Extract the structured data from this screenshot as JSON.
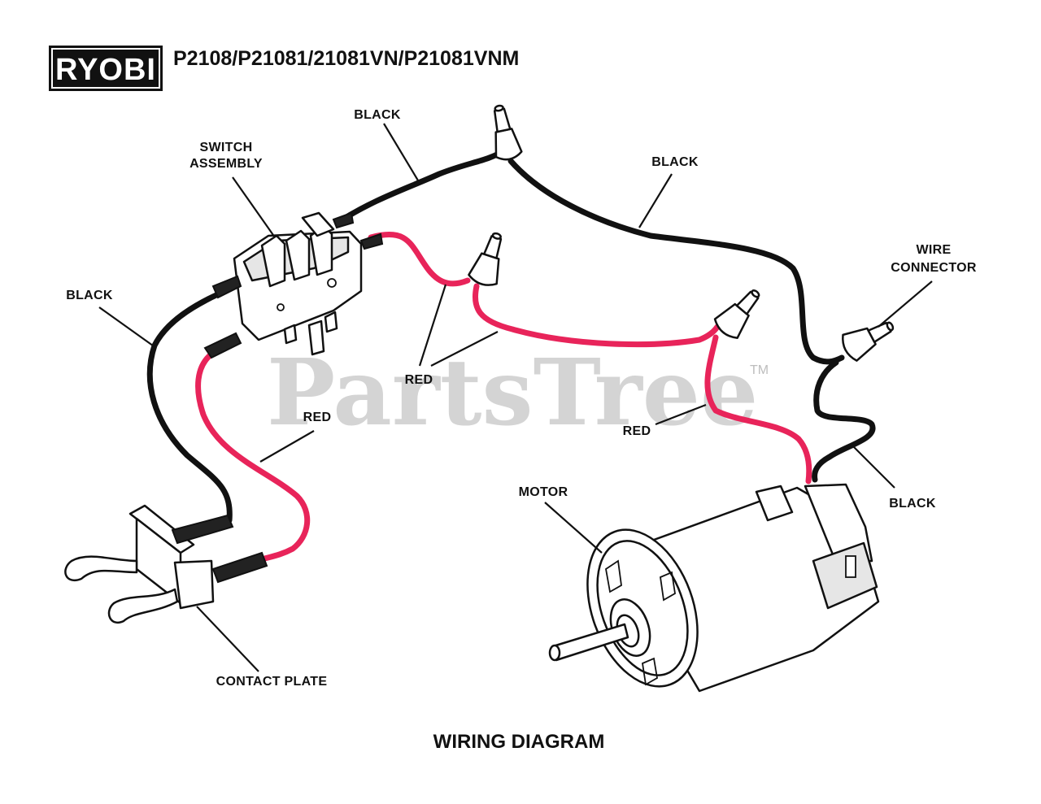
{
  "header": {
    "brand": "RYOBI",
    "model_numbers": "P2108/P21081/21081VN/P21081VNM"
  },
  "watermark": {
    "text": "PartsTree",
    "trademark": "TM"
  },
  "labels": {
    "black_top": "BLACK",
    "switch_assembly_line1": "SWITCH",
    "switch_assembly_line2": "ASSEMBLY",
    "black_right": "BLACK",
    "wire_connector_line1": "WIRE",
    "wire_connector_line2": "CONNECTOR",
    "black_left": "BLACK",
    "red_center": "RED",
    "red_left": "RED",
    "red_right": "RED",
    "motor": "MOTOR",
    "black_bottom": "BLACK",
    "contact_plate": "CONTACT PLATE"
  },
  "caption": "WIRING DIAGRAM",
  "colors": {
    "red_wire": "#e8245a",
    "black_wire": "#111111",
    "watermark": "#d4d4d4"
  }
}
